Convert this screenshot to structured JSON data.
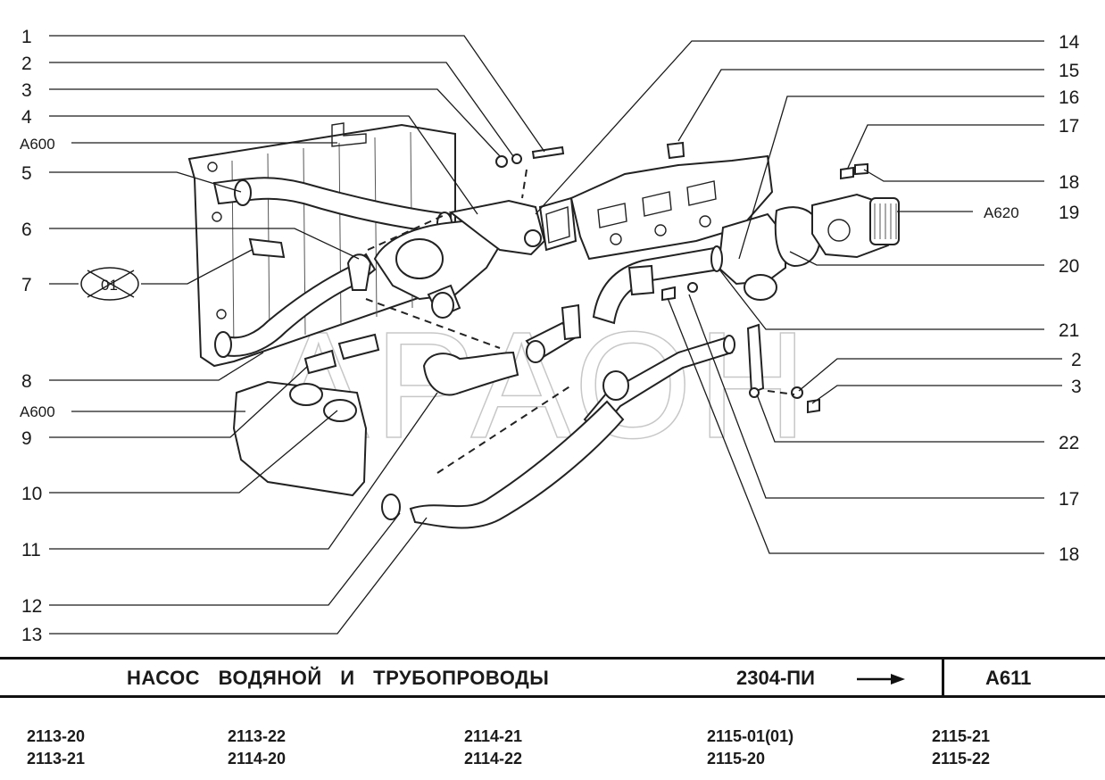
{
  "callouts_left": [
    "1",
    "2",
    "3",
    "4",
    "А600",
    "5",
    "6",
    "7",
    "8",
    "А600",
    "9",
    "10",
    "11",
    "12",
    "13"
  ],
  "callouts_right": [
    "14",
    "15",
    "16",
    "17",
    "18",
    "19",
    "20",
    "21",
    "2",
    "3",
    "22",
    "17",
    "18"
  ],
  "inline_labels": {
    "ref_a620": "А620",
    "circled_01": "01"
  },
  "watermark": "АРАОН",
  "title_block": {
    "title": "НАСОС ВОДЯНОЙ И ТРУБОПРОВОДЫ",
    "doc_code": "2304-ПИ",
    "arrow_icon": "right-arrow-icon",
    "sheet_id": "А611"
  },
  "models": [
    [
      "2113-20",
      "2113-21"
    ],
    [
      "2113-22",
      "2114-20"
    ],
    [
      "2114-21",
      "2114-22"
    ],
    [
      "2115-01(01)",
      "2115-20"
    ],
    [
      "2115-21",
      "2115-22"
    ]
  ]
}
